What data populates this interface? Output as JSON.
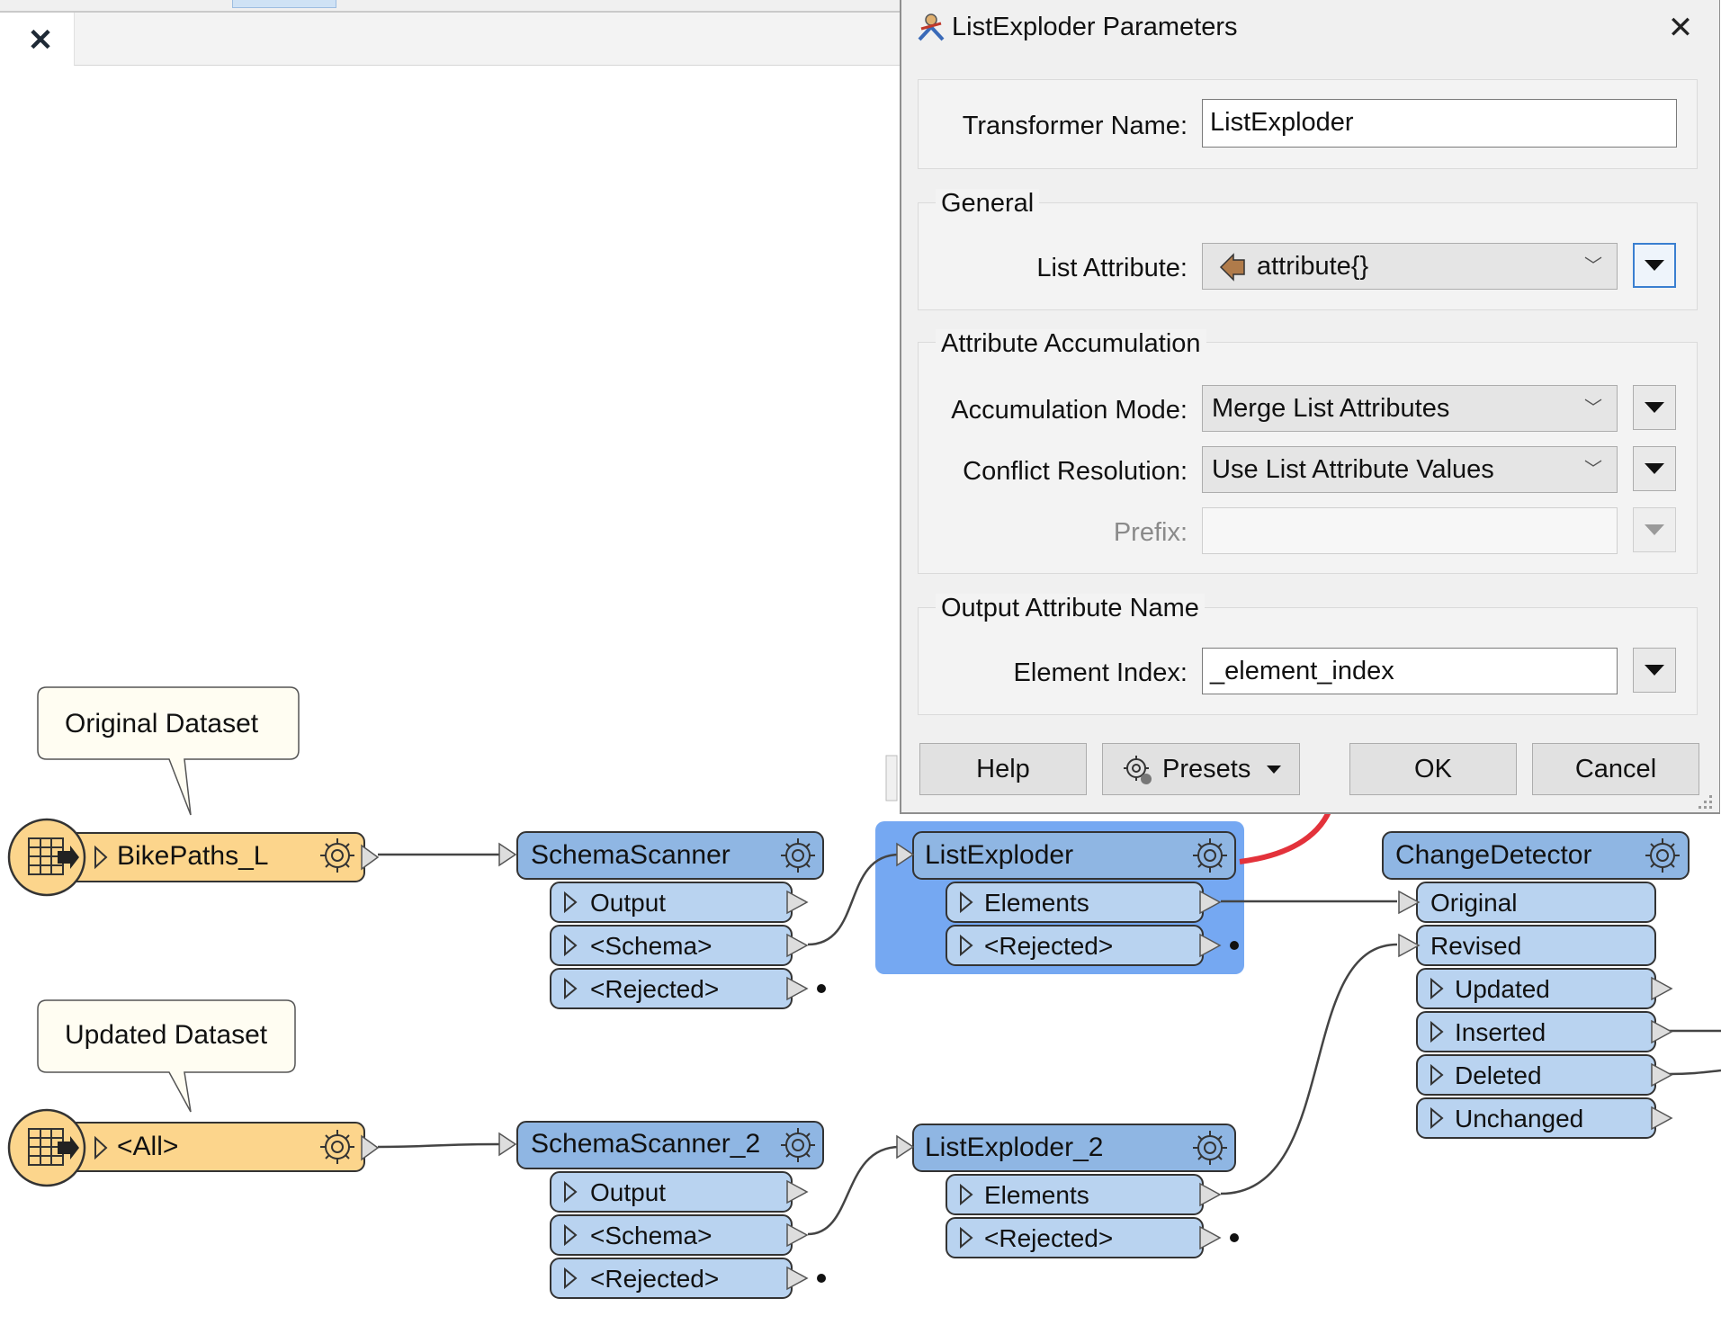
{
  "canvas": {
    "bookmarks": [
      {
        "label": "Original Dataset"
      },
      {
        "label": "Updated Dataset"
      }
    ],
    "readers": [
      {
        "label": "BikePaths_L"
      },
      {
        "label": "<All>"
      }
    ],
    "transformers": {
      "schema_scanner": {
        "label": "SchemaScanner",
        "ports": [
          "Output",
          "<Schema>",
          "<Rejected>"
        ]
      },
      "schema_scanner_2": {
        "label": "SchemaScanner_2",
        "ports": [
          "Output",
          "<Schema>",
          "<Rejected>"
        ]
      },
      "list_exploder": {
        "label": "ListExploder",
        "ports": [
          "Elements",
          "<Rejected>"
        ]
      },
      "list_exploder_2": {
        "label": "ListExploder_2",
        "ports": [
          "Elements",
          "<Rejected>"
        ]
      },
      "change_detector": {
        "label": "ChangeDetector",
        "inputs": [
          "Original",
          "Revised"
        ],
        "outputs": [
          "Updated",
          "Inserted",
          "Deleted",
          "Unchanged"
        ]
      }
    }
  },
  "dialog": {
    "title": "ListExploder Parameters",
    "transformer_name_label": "Transformer Name:",
    "transformer_name_value": "ListExploder",
    "general": {
      "title": "General",
      "list_attribute_label": "List Attribute:",
      "list_attribute_value": "attribute{}"
    },
    "accumulation": {
      "title": "Attribute Accumulation",
      "mode_label": "Accumulation Mode:",
      "mode_value": "Merge List Attributes",
      "conflict_label": "Conflict Resolution:",
      "conflict_value": "Use List Attribute Values",
      "prefix_label": "Prefix:",
      "prefix_value": ""
    },
    "output": {
      "title": "Output Attribute Name",
      "element_index_label": "Element Index:",
      "element_index_value": "_element_index"
    },
    "buttons": {
      "help": "Help",
      "presets": "Presets",
      "ok": "OK",
      "cancel": "Cancel"
    }
  },
  "colors": {
    "reader_fill": "#fcd58c",
    "transformer_fill": "#8fb6e3",
    "port_fill": "#b9d3f0",
    "selection": "#75a8f2",
    "arrow": "#e3323b"
  }
}
